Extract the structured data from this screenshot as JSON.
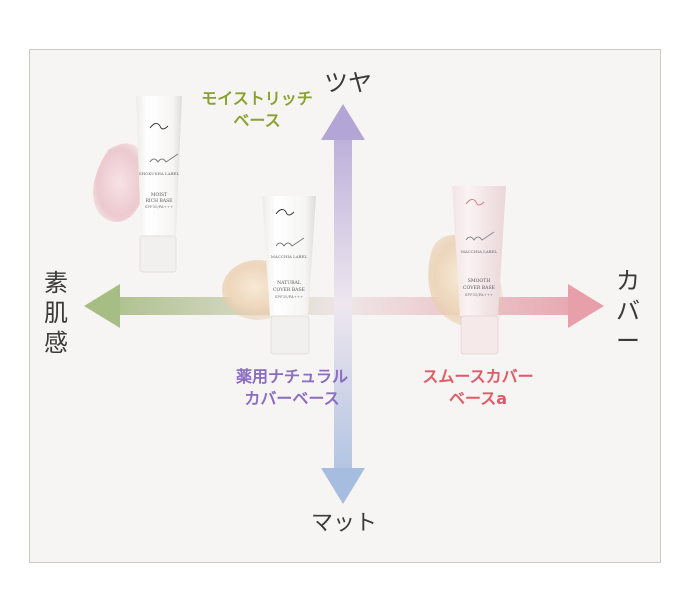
{
  "axes": {
    "top": "ツヤ",
    "bottom": "マット",
    "left": "素肌感",
    "right": "カバー"
  },
  "products": [
    {
      "name_line1": "モイストリッチ",
      "name_line2": "ベース",
      "color": "#8aa231",
      "tube_text": [
        "SHOKUSHA LABEL",
        "MOIST",
        "RICH BASE",
        "SPF30/PA+++"
      ]
    },
    {
      "name_line1": "薬用ナチュラル",
      "name_line2": "カバーベース",
      "color": "#8a6cc0",
      "tube_text": [
        "MACCHIA LABEL",
        "NATURAL",
        "COVER BASE",
        "SPF35/PA+++"
      ]
    },
    {
      "name_line1": "スムースカバー",
      "name_line2": "ベースa",
      "color": "#e05a67",
      "tube_text": [
        "MACCHIA LABEL",
        "SMOOTH",
        "COVER BASE",
        "SPF30/PA+++"
      ]
    }
  ],
  "colors": {
    "up": "#b3a5d6",
    "down": "#a7bde0",
    "left": "#a6bd84",
    "right": "#e7a0aa",
    "panel_bg": "#f7f5f3"
  }
}
